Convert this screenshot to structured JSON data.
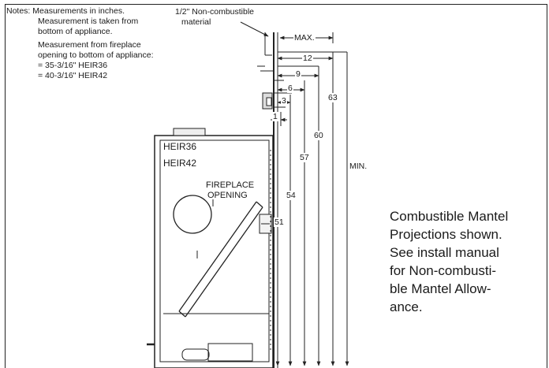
{
  "notes": {
    "title": "Notes: Measurements in inches.",
    "lines": [
      "Measurement is taken from",
      "bottom of appliance.",
      "Measurement from fireplace",
      "opening to bottom of appliance:",
      "= 35-3/16\" HEIR36",
      "= 40-3/16\" HEIR42"
    ]
  },
  "material_label": [
    "1/2\" Non-combustible",
    "material"
  ],
  "models": [
    "HEIR36",
    "HEIR42"
  ],
  "fireplace_opening": [
    "FIREPLACE",
    "OPENING"
  ],
  "horizontal_dims": [
    "MAX.",
    "12",
    "9",
    "6",
    "3",
    "1"
  ],
  "vertical_dims": [
    "51",
    "54",
    "57",
    "60",
    "63",
    "MIN."
  ],
  "side_note": [
    "Combustible Mantel",
    "Projections shown.",
    "See install manual",
    "for Non-combusti-",
    "ble Mantel Allow-",
    "ance."
  ]
}
